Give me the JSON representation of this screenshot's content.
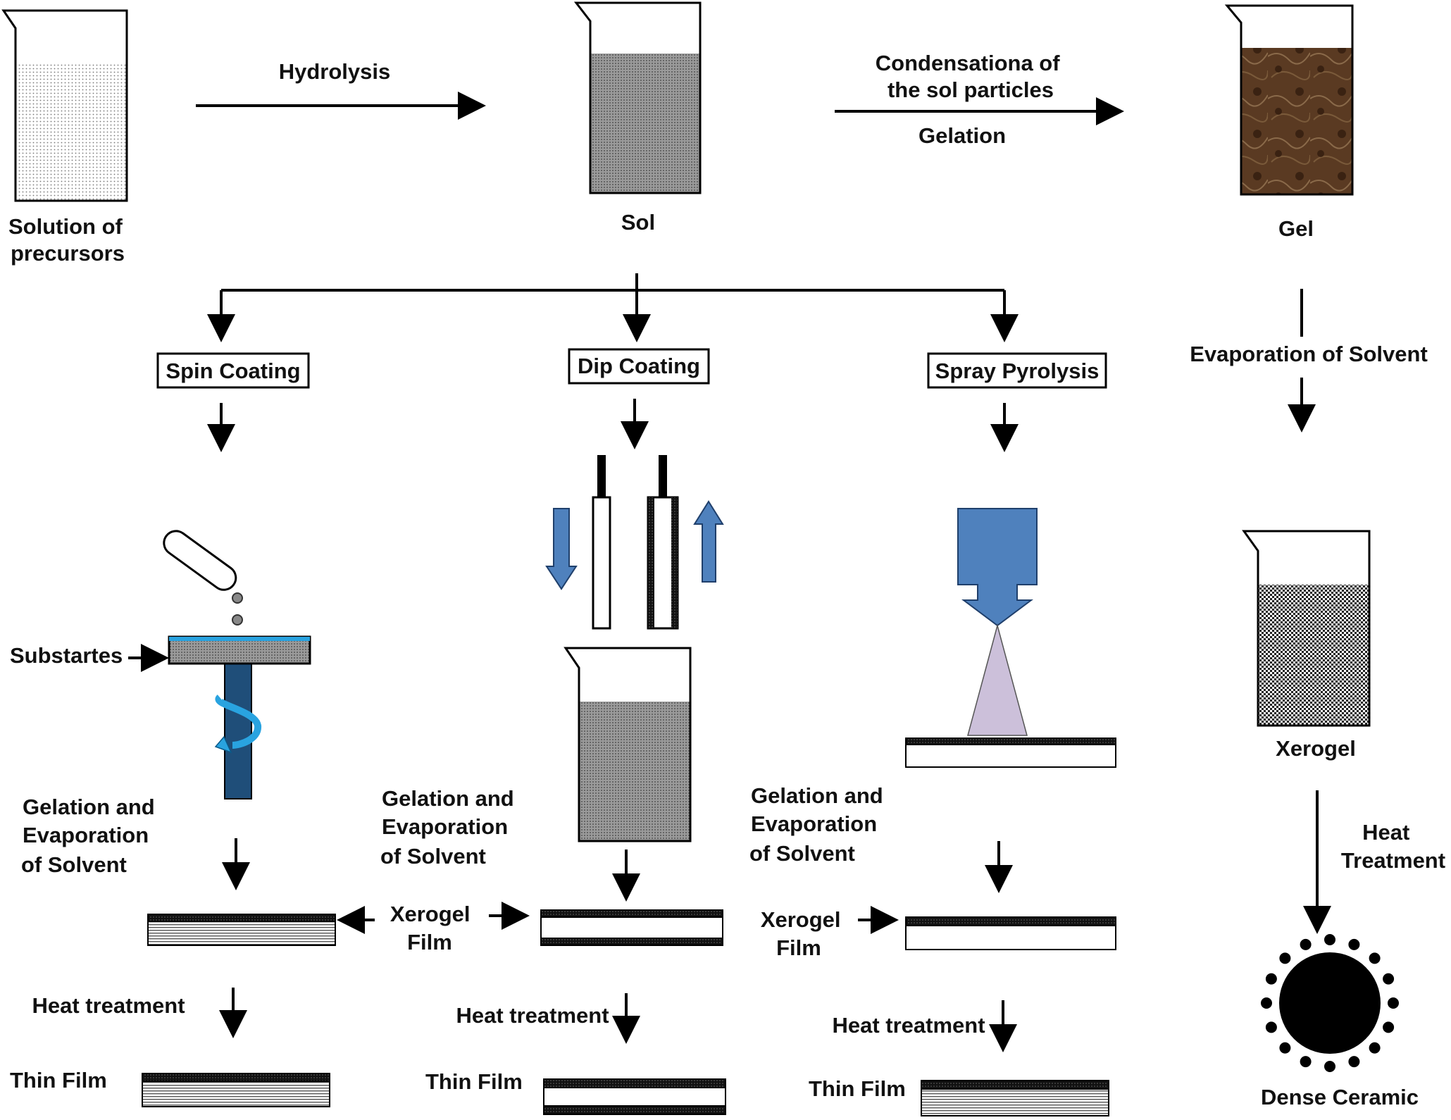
{
  "stages": {
    "solution": [
      "Solution of",
      "precursors"
    ],
    "hydrolysis": "Hydrolysis",
    "sol": "Sol",
    "condensation": [
      "Condensationa of",
      "the sol particles"
    ],
    "gelation": "Gelation",
    "gel": "Gel"
  },
  "methods": {
    "spin": "Spin Coating",
    "dip": "Dip Coating",
    "spray": "Spray Pyrolysis"
  },
  "labels": {
    "substrates": "Substartes",
    "gelation_evaporation": [
      "Gelation and",
      "Evaporation",
      "of Solvent"
    ],
    "xerogel_film": [
      "Xerogel",
      "Film"
    ],
    "heat_treatment": "Heat treatment",
    "thin_film": "Thin Film"
  },
  "gel_branch": {
    "evaporation": "Evaporation of Solvent",
    "xerogel": "Xerogel",
    "heat_treatment": [
      "Heat",
      "Treatment"
    ],
    "dense_ceramic": "Dense Ceramic"
  },
  "colors": {
    "blue": "#4f81bd",
    "dark_blue": "#1f4e79",
    "light_blue": "#29a3e0",
    "spray_cone": "#ccc0da",
    "gel_brown": "#5a3a22"
  }
}
